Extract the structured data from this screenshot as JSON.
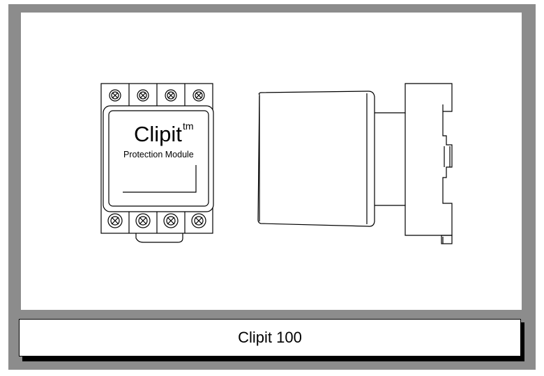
{
  "diagram": {
    "brand": "Clipit",
    "trademark": "tm",
    "subtitle": "Protection Module"
  },
  "caption": "Clipit 100",
  "colors": {
    "frame": "#8c8c8c",
    "panel": "#ffffff",
    "line": "#000000"
  }
}
